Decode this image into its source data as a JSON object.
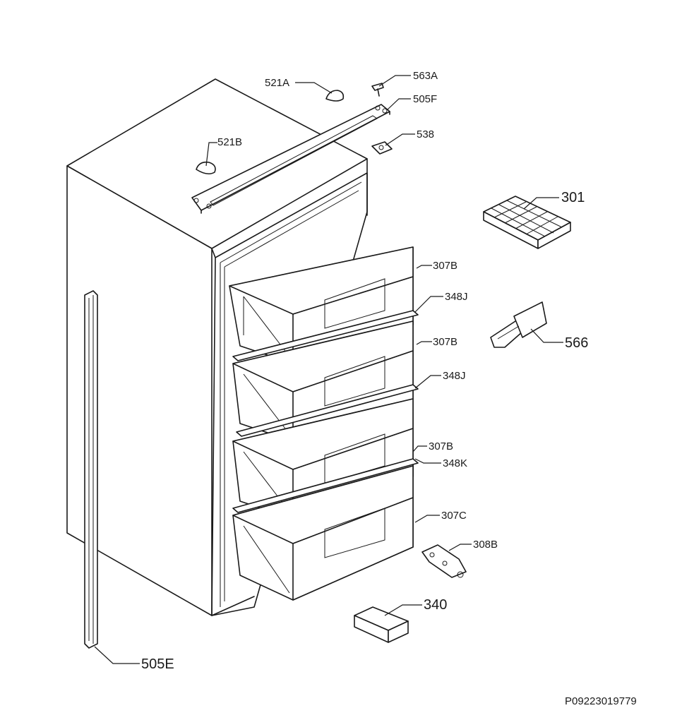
{
  "callouts": {
    "p521a": "521A",
    "p563a": "563A",
    "p505f": "505F",
    "p521b": "521B",
    "p538": "538",
    "p301": "301",
    "p307b_1": "307B",
    "p348j_1": "348J",
    "p307b_2": "307B",
    "p566": "566",
    "p348j_2": "348J",
    "p307b_3": "307B",
    "p348k": "348K",
    "p307c": "307C",
    "p308b": "308B",
    "p340": "340",
    "p505e": "505E"
  },
  "footer": {
    "code": "P09223019779"
  },
  "colors": {
    "line": "#1a1a1a",
    "background": "#ffffff"
  }
}
